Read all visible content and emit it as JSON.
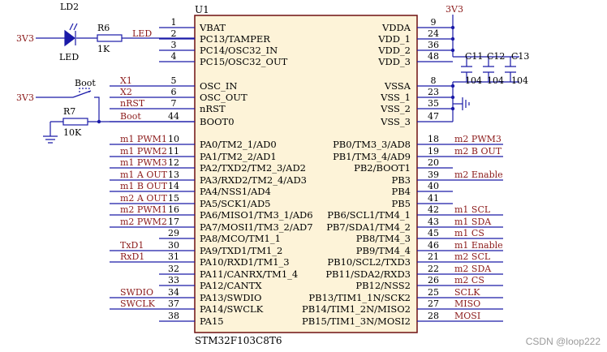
{
  "chip": {
    "designator": "U1",
    "part": "STM32F103C8T6",
    "left_pins": [
      {
        "num": "1",
        "name": "VBAT",
        "net": ""
      },
      {
        "num": "2",
        "name": "PC13/TAMPER",
        "net": "LED"
      },
      {
        "num": "3",
        "name": "PC14/OSC32_IN",
        "net": ""
      },
      {
        "num": "4",
        "name": "PC15/OSC32_OUT",
        "net": ""
      },
      {
        "num": "5",
        "name": "OSC_IN",
        "net": "X1"
      },
      {
        "num": "6",
        "name": "OSC_OUT",
        "net": "X2"
      },
      {
        "num": "7",
        "name": "nRST",
        "net": "nRST"
      },
      {
        "num": "44",
        "name": "BOOT0",
        "net": "Boot"
      },
      {
        "num": "10",
        "name": "PA0/TM2_1/AD0",
        "net": "m1_PWM1"
      },
      {
        "num": "11",
        "name": "PA1/TM2_2/AD1",
        "net": "m1_PWM2"
      },
      {
        "num": "12",
        "name": "PA2/TXD2/TM2_3/AD2",
        "net": "m1_PWM3"
      },
      {
        "num": "13",
        "name": "PA3/RXD2/TM2_4/AD3",
        "net": "m1_A_OUT"
      },
      {
        "num": "14",
        "name": "PA4/NSS1/AD4",
        "net": "m1_B_OUT"
      },
      {
        "num": "15",
        "name": "PA5/SCK1/AD5",
        "net": "m2_A_OUT"
      },
      {
        "num": "16",
        "name": "PA6/MISO1/TM3_1/AD6",
        "net": "m2_PWM1"
      },
      {
        "num": "17",
        "name": "PA7/MOSI1/TM3_2/AD7",
        "net": "m2_PWM2"
      },
      {
        "num": "29",
        "name": "PA8/MCO/TM1_1",
        "net": ""
      },
      {
        "num": "30",
        "name": "PA9/TXD1/TM1_2",
        "net": "TxD1"
      },
      {
        "num": "31",
        "name": "PA10/RXD1/TM1_3",
        "net": "RxD1"
      },
      {
        "num": "32",
        "name": "PA11/CANRX/TM1_4",
        "net": ""
      },
      {
        "num": "33",
        "name": "PA12/CANTX",
        "net": ""
      },
      {
        "num": "34",
        "name": "PA13/SWDIO",
        "net": "SWDIO"
      },
      {
        "num": "37",
        "name": "PA14/SWCLK",
        "net": "SWCLK"
      },
      {
        "num": "38",
        "name": "PA15",
        "net": ""
      }
    ],
    "right_pins": [
      {
        "num": "9",
        "name": "VDDA",
        "net": ""
      },
      {
        "num": "24",
        "name": "VDD_1",
        "net": ""
      },
      {
        "num": "36",
        "name": "VDD_2",
        "net": ""
      },
      {
        "num": "48",
        "name": "VDD_3",
        "net": ""
      },
      {
        "num": "8",
        "name": "VSSA",
        "net": ""
      },
      {
        "num": "23",
        "name": "VSS_1",
        "net": ""
      },
      {
        "num": "35",
        "name": "VSS_2",
        "net": ""
      },
      {
        "num": "47",
        "name": "VSS_3",
        "net": ""
      },
      {
        "num": "18",
        "name": "PB0/TM3_3/AD8",
        "net": "m2_PWM3"
      },
      {
        "num": "19",
        "name": "PB1/TM3_4/AD9",
        "net": "m2_B_OUT"
      },
      {
        "num": "20",
        "name": "PB2/BOOT1",
        "net": ""
      },
      {
        "num": "39",
        "name": "PB3",
        "net": "m2_Enable"
      },
      {
        "num": "40",
        "name": "PB4",
        "net": ""
      },
      {
        "num": "41",
        "name": "PB5",
        "net": ""
      },
      {
        "num": "42",
        "name": "PB6/SCL1/TM4_1",
        "net": "m1_SCL"
      },
      {
        "num": "43",
        "name": "PB7/SDA1/TM4_2",
        "net": "m1_SDA"
      },
      {
        "num": "45",
        "name": "PB8/TM4_3",
        "net": "m1_CS"
      },
      {
        "num": "46",
        "name": "PB9/TM4_4",
        "net": "m1_Enable"
      },
      {
        "num": "21",
        "name": "PB10/SCL2/TXD3",
        "net": "m2_SCL"
      },
      {
        "num": "22",
        "name": "PB11/SDA2/RXD3",
        "net": "m2_SDA"
      },
      {
        "num": "26",
        "name": "PB12/NSS2",
        "net": "m2_CS"
      },
      {
        "num": "25",
        "name": "PB13/TIM1_1N/SCK2",
        "net": "SCLK"
      },
      {
        "num": "27",
        "name": "PB14/TIM1_2N/MISO2",
        "net": "MISO"
      },
      {
        "num": "28",
        "name": "PB15/TIM1_3N/MOSI2",
        "net": "MOSI"
      }
    ]
  },
  "led_circuit": {
    "power": "3V3",
    "led_ref": "LD2",
    "led_value": "LED",
    "res_ref": "R6",
    "res_value": "1K"
  },
  "boot_circuit": {
    "power": "3V3",
    "switch_label": "Boot",
    "res_ref": "R7",
    "res_value": "10K"
  },
  "power_circuit": {
    "supply": "3V3",
    "caps": [
      {
        "ref": "C11",
        "value": "104"
      },
      {
        "ref": "C12",
        "value": "104"
      },
      {
        "ref": "C13",
        "value": "104"
      }
    ]
  },
  "watermark": "CSDN @loop222",
  "colors": {
    "wire": "#1a1aa8",
    "net_label": "#8b1a1a",
    "power_label": "#8b1a1a",
    "component": "#8b1a1a",
    "pin_text": "#000000",
    "body_fill": "#fdf3d8",
    "body_stroke": "#6e1010"
  }
}
